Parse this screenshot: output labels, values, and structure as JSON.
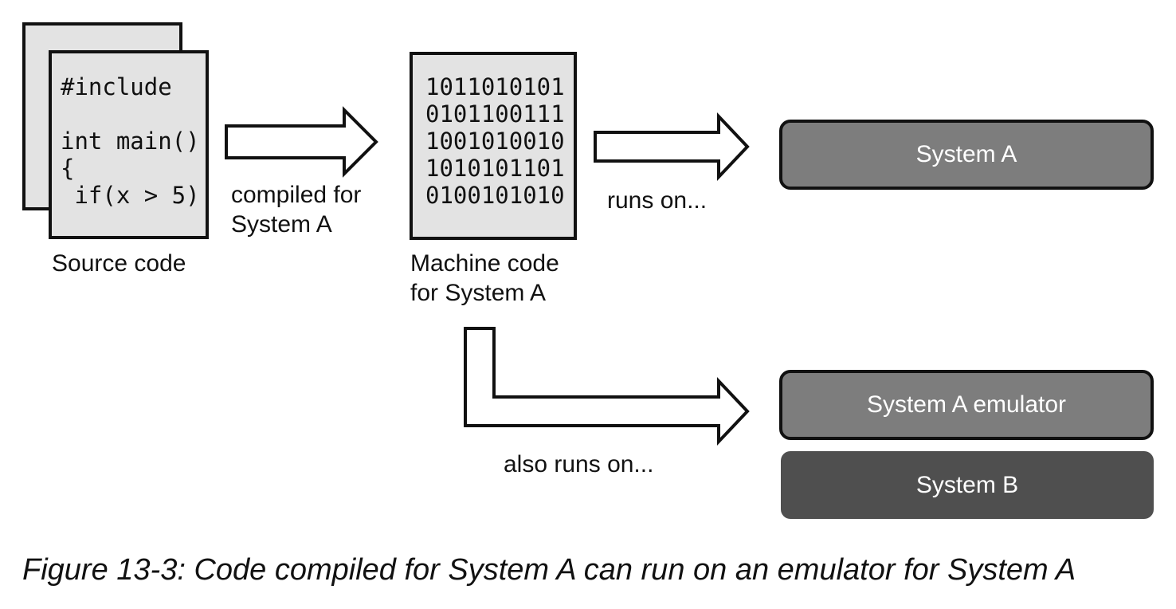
{
  "source": {
    "code_lines": [
      "#include",
      "",
      "int main()",
      "{",
      " if(x > 5)"
    ],
    "label": "Source code"
  },
  "compile_arrow": {
    "label_lines": [
      "compiled for",
      "System A"
    ]
  },
  "machine": {
    "code_lines": [
      "1011010101",
      "0101100111",
      "1001010010",
      "1010101101",
      "0100101010"
    ],
    "label_lines": [
      "Machine code",
      "for System A"
    ]
  },
  "runs_arrow": {
    "label": "runs on..."
  },
  "also_arrow": {
    "label": "also runs on..."
  },
  "systems": {
    "system_a": "System A",
    "emulator": "System A emulator",
    "system_b": "System B"
  },
  "caption": "Figure 13-3: Code compiled for System A can run on an emulator for System A",
  "colors": {
    "page_fill": "#e3e3e3",
    "system_box": "#7d7d7d",
    "system_b_box": "#4f4f4f",
    "outline": "#111111"
  }
}
